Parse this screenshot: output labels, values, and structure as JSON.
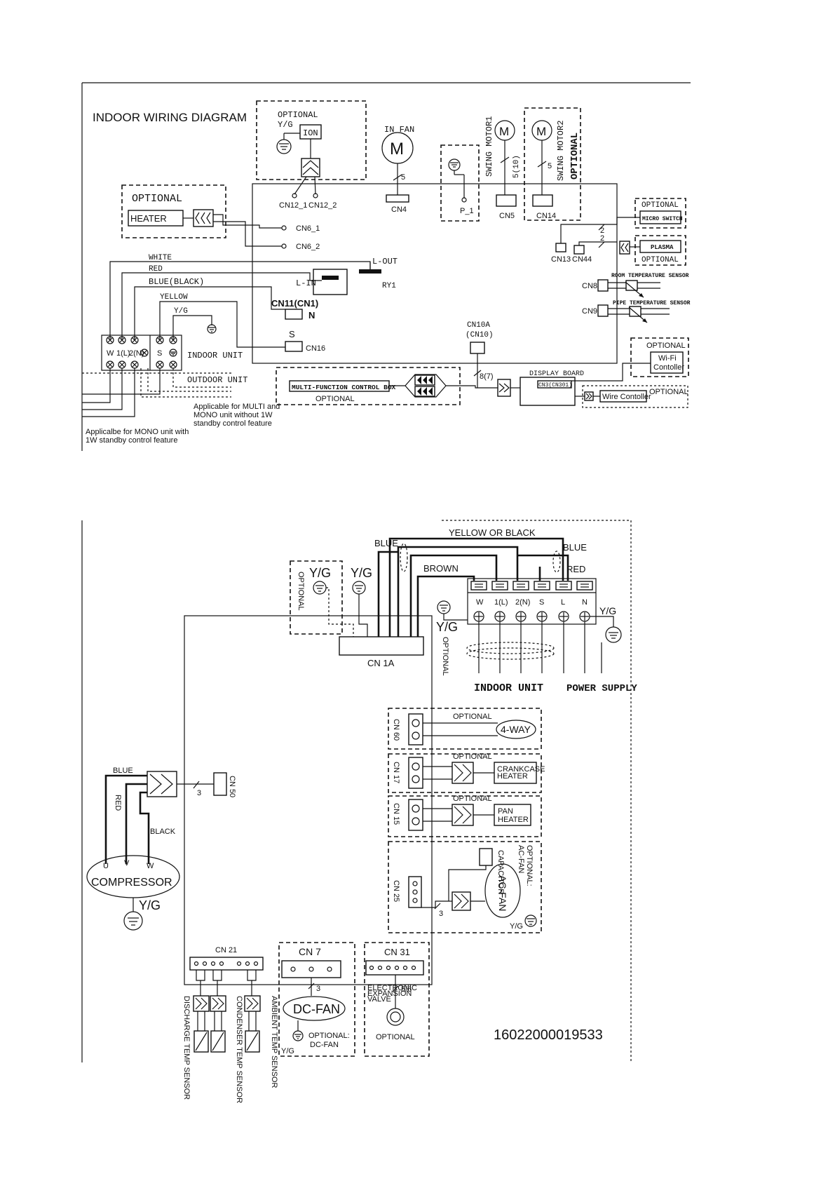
{
  "indoor": {
    "title": "INDOOR WIRING DIAGRAM",
    "ion_optional": "OPTIONAL",
    "ion_yg": "Y/G",
    "ion": "ION",
    "cn12_1": "CN12_1",
    "cn12_2": "CN12_2",
    "in_fan": "IN FAN",
    "motor_m": "M",
    "in_fan_wires": "5",
    "cn4": "CN4",
    "p1": "P_1",
    "swing_motor1": "SWING MOTOR1",
    "swing_motor1_wires": "5(10)",
    "cn5": "CN5",
    "swing_motor2": "SWING MOTOR2",
    "swing_motor2_optional": "OPTIONAL",
    "swing_motor2_wires": "5",
    "cn14": "CN14",
    "heater_optional": "OPTIONAL",
    "heater": "HEATER",
    "cn6_1": "CN6_1",
    "cn6_2": "CN6_2",
    "white": "WHITE",
    "red": "RED",
    "blue_black": "BLUE(BLACK)",
    "yellow": "YELLOW",
    "yg": "Y/G",
    "l_out": "L-OUT",
    "l_in": "L-IN",
    "ry1": "RY1",
    "cn11": "CN11(CN1)",
    "n": "N",
    "s": "S",
    "cn16": "CN16",
    "cn10a": "CN10A",
    "cn10": "(CN10)",
    "display_wires": "8(7)",
    "display_board": "DISPLAY BOARD",
    "cn3": "CN3(CN301)",
    "micro_optional": "OPTIONAL",
    "micro_switch": "MICRO SWITCH",
    "micro_wires": "2",
    "plasma_wires": "2",
    "cn13": "CN13",
    "cn44": "CN44",
    "plasma": "PLASMA",
    "plasma_optional": "OPTIONAL",
    "cn8": "CN8",
    "room_sensor": "ROOM TEMPERATURE SENSOR",
    "cn9": "CN9",
    "pipe_sensor": "PIPE TEMPERATURE SENSOR",
    "wifi_optional": "OPTIONAL",
    "wifi_line1": "Wi-Fi",
    "wifi_line2": "Contoller",
    "wire_optional": "OPTIONAL",
    "wire_controller": "Wire Contoller",
    "mfcb": "MULTI-FUNCTION CONTROL BOX",
    "mfcb_optional": "OPTIONAL",
    "term_w": "W",
    "term_1l": "1(L)",
    "term_2n": "2(N)",
    "term_s": "S",
    "indoor_unit": "INDOOR UNIT",
    "outdoor_unit": "OUTDOOR UNIT",
    "note_multi_1": "Applicable for MULTI and",
    "note_multi_2": "MONO unit without 1W",
    "note_multi_3": "standby control feature",
    "note_mono_1": "Applicalbe for MONO unit with",
    "note_mono_2": "1W standby control feature"
  },
  "outdoor": {
    "yellow_or_black": "YELLOW OR BLACK",
    "blue_left": "BLUE",
    "blue_right": "BLUE",
    "brown": "BROWN",
    "red": "RED",
    "yg_opt_top": "Y/G",
    "optional_vertical": "OPTIONAL",
    "yg_second": "Y/G",
    "yg_cn1a": "Y/G",
    "optional_vertical2": "OPTIONAL",
    "yg_right": "Y/G",
    "cn1a": "CN 1A",
    "terminals": [
      "W",
      "1(L)",
      "2(N)",
      "S",
      "L",
      "N"
    ],
    "indoor_unit": "INDOOR UNIT",
    "power_supply": "POWER SUPPLY",
    "cn60": "CN 60",
    "cn60_optional": "OPTIONAL",
    "four_way": "4-WAY",
    "cn17": "CN 17",
    "cn17_optional": "OPTIONAL",
    "crankcase_1": "CRANKCASE",
    "crankcase_2": "HEATER",
    "cn15": "CN 15",
    "cn15_optional": "OPTIONAL",
    "pan_1": "PAN",
    "pan_2": "HEATER",
    "cn25": "CN 25",
    "capacitor": "CAPACITOR",
    "acfan_opt_1": "OPTIONAL:",
    "acfan_opt_2": "AC-FAN",
    "ac_fan": "AC-FAN",
    "acfan_wires": "3",
    "acfan_yg": "Y/G",
    "blue": "BLUE",
    "red_comp": "RED",
    "black": "BLACK",
    "cn50": "CN 50",
    "cn50_wires": "3",
    "u": "U",
    "v": "V",
    "w": "W",
    "compressor": "COMPRESSOR",
    "comp_yg": "Y/G",
    "cn21": "CN 21",
    "sensor_1": "DISCHARGE TEMP SENSOR",
    "sensor_2": "CONDENSER TEMP SENSOR",
    "sensor_3": "AMBIENT TEMP SENSOR",
    "cn7": "CN 7",
    "dcfan_wires": "3",
    "dc_fan": "DC-FAN",
    "dcfan_opt_1": "OPTIONAL:",
    "dcfan_opt_2": "DC-FAN",
    "dcfan_yg": "Y/G",
    "cn31": "CN 31",
    "eev_wires": "5/6",
    "eev_1": "ELECTRONIC",
    "eev_2": "EXPANSION",
    "eev_3": "VALVE",
    "eev_optional": "OPTIONAL",
    "part_number": "16022000019533"
  }
}
